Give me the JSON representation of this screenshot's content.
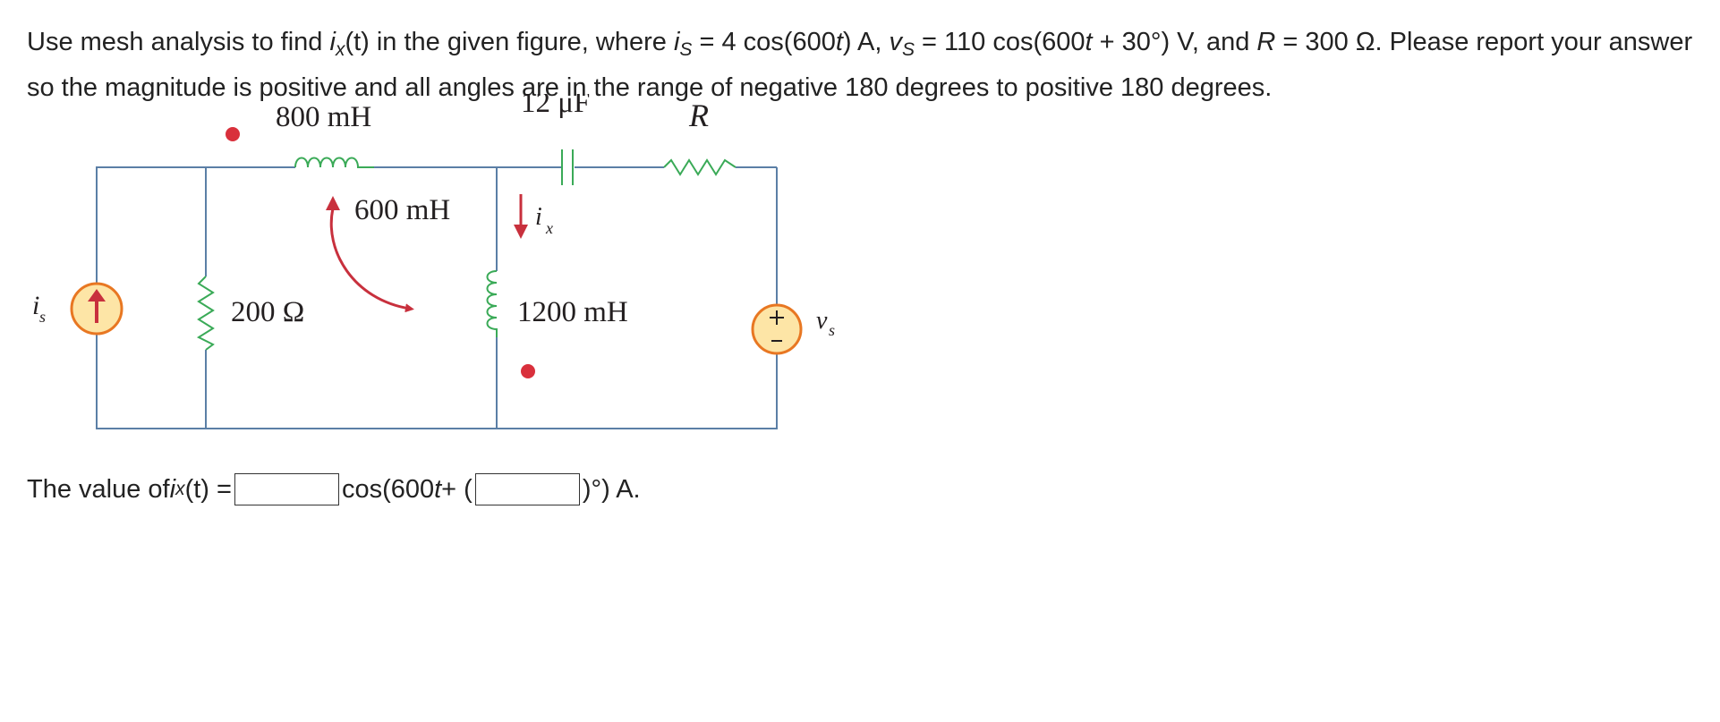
{
  "problem": {
    "t1": "Use mesh analysis to find ",
    "ix_var": "i",
    "ix_sub": "x",
    "t2": "(t) in the given figure, where ",
    "is_var": "i",
    "is_sub": "S",
    "t3": " = 4 cos(600",
    "t_var": "t",
    "t4": ") A, ",
    "vs_var": "v",
    "vs_sub": "S",
    "t5": " = 110 cos(600",
    "t6": " + 30°) V, and ",
    "r_var": "R",
    "t7": " = 300 Ω. Please report your answer so the magnitude is positive and all angles are in the range of negative 180 degrees to positive 180 degrees."
  },
  "circuit": {
    "l1_label": "800 mH",
    "cap_label": "12 μF",
    "r_label": "R",
    "m_label": "600 mH",
    "r200_label": "200 Ω",
    "l2_label": "1200 mH",
    "is_label": "i",
    "is_label_sub": "s",
    "vs_label": "v",
    "vs_label_sub": "s",
    "ix_label": "i",
    "ix_label_sub": "x",
    "colors": {
      "wire": "#5b7fa6",
      "component": "#3aaa57",
      "arrow": "#c8303d",
      "source_fill": "#fde5a6",
      "source_stroke": "#e87722",
      "dot": "#d9303c"
    }
  },
  "answer": {
    "prefix": "The value of ",
    "ix_var": "i",
    "ix_sub": "x",
    "prefix2": "(t) = ",
    "middle1": "cos(600",
    "t_var": "t",
    "middle2": " + (",
    "suffix": ")°) A."
  }
}
